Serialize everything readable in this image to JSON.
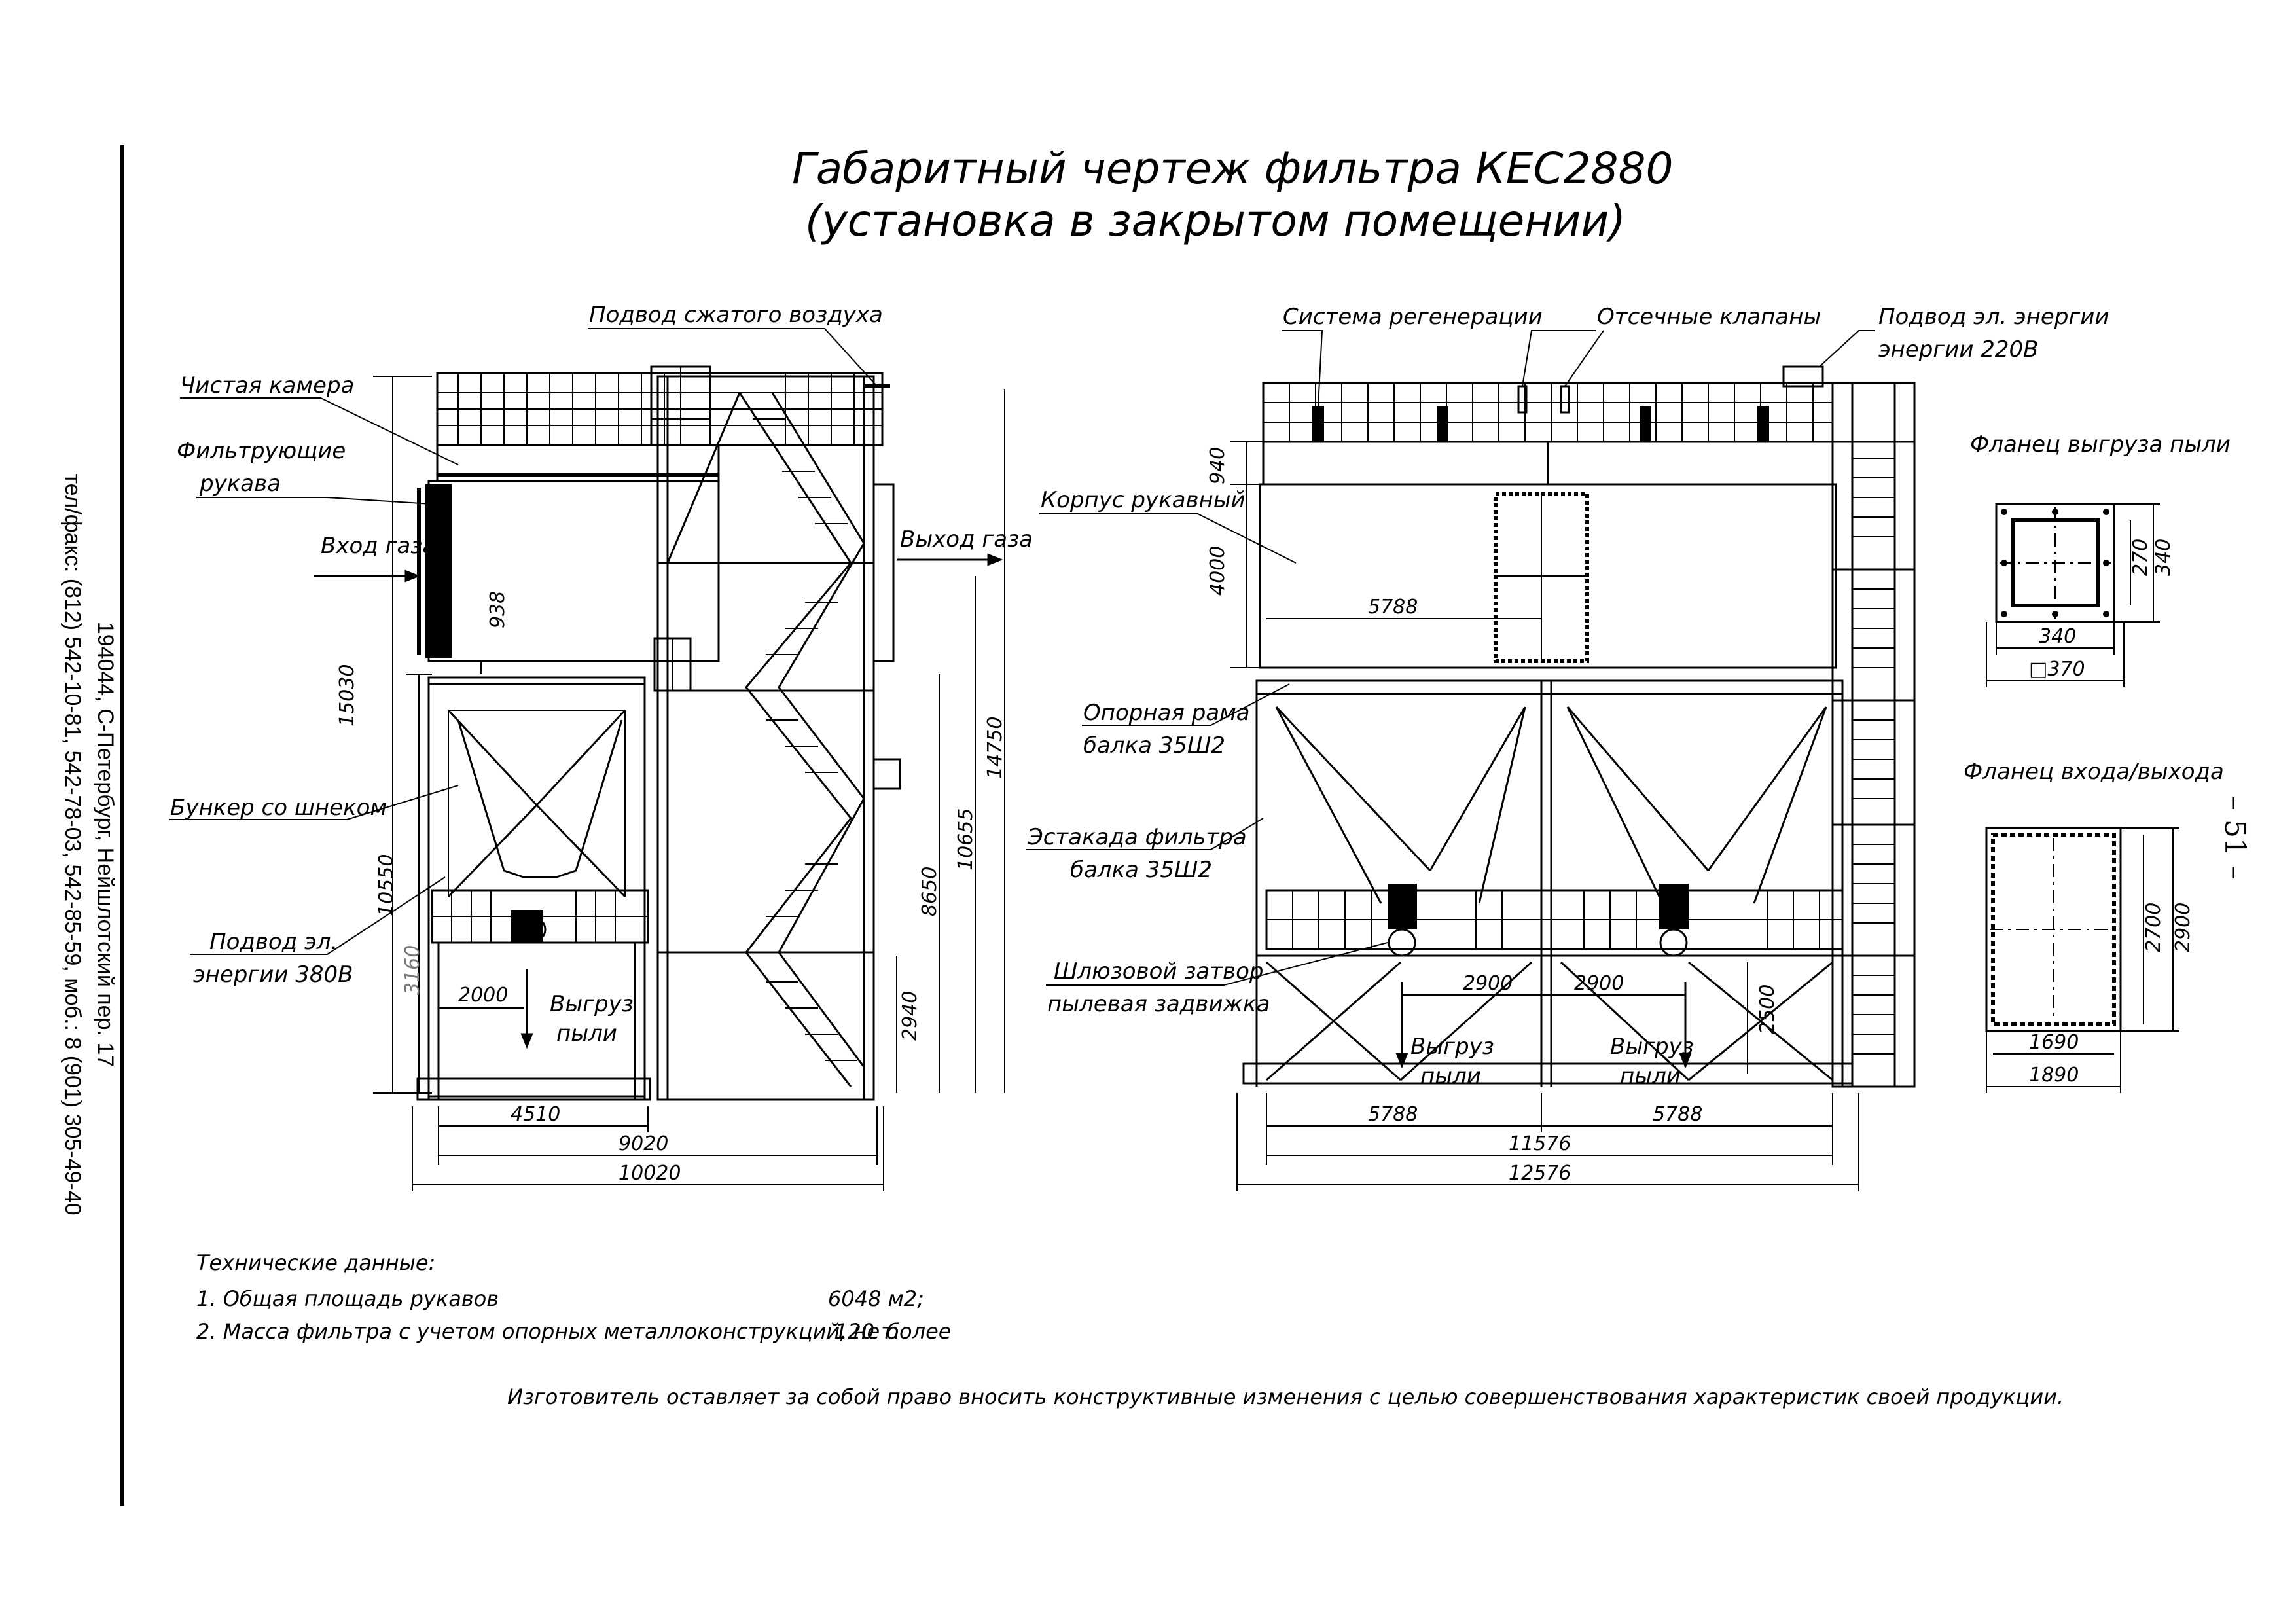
{
  "title": {
    "line1": "Габаритный чертеж фильтра  КЕС2880",
    "line2": "(установка в закрытом помещении)"
  },
  "side_address": {
    "line1": "194044, С-Петербург, Нейшлотский пер. 17",
    "line2": "тел/факс: (812) 542-10-81, 542-78-03, 542-85-59, моб.: 8 (901) 305-49-40"
  },
  "page_number": "– 51 –",
  "labels": {
    "compressed_air": "Подвод сжатого воздуха",
    "clean_chamber": "Чистая камера",
    "filter_sleeves_1": "Фильтрующие",
    "filter_sleeves_2": "рукава",
    "gas_in": "Вход газа",
    "gas_out": "Выход газа",
    "bunker": "Бункер со шнеком",
    "power380_1": "Подвод эл.",
    "power380_2": "энергии 380В",
    "dust_unload_1": "Выгруз",
    "dust_unload_2": "пыли",
    "regen_system": "Система регенерации",
    "shutoff_valves": "Отсечные клапаны",
    "power220_1": "Подвод эл. энергии",
    "power220_2": "энергии 220В",
    "housing": "Корпус рукавный",
    "support_frame_1": "Опорная рама",
    "support_frame_2": "балка 35Ш2",
    "trestle_1": "Эстакада фильтра",
    "trestle_2": "балка 35Ш2",
    "sluice_1": "Шлюзовой затвор",
    "sluice_2": "пылевая задвижка",
    "flange_dust": "Фланец выгруза пыли",
    "flange_io": "Фланец входа/выхода"
  },
  "dimensions": {
    "left": {
      "d15030": "15030",
      "d10550": "10550",
      "d3160": "3160",
      "d938": "938",
      "d2000": "2000",
      "d8650": "8650",
      "d10655": "10655",
      "d14750": "14750",
      "d2940": "2940",
      "d4510": "4510",
      "d9020": "9020",
      "d10020": "10020"
    },
    "right": {
      "d940": "940",
      "d4000": "4000",
      "d5788a": "5788",
      "d2900a": "2900",
      "d2900b": "2900",
      "d2500": "2500",
      "d5788b": "5788",
      "d5788c": "5788",
      "d11576": "11576",
      "d12576": "12576"
    },
    "flange_dust": {
      "d270": "270",
      "d340v": "340",
      "d340h": "340",
      "d370": "□370"
    },
    "flange_io": {
      "d2700": "2700",
      "d2900": "2900",
      "d1690": "1690",
      "d1890": "1890"
    }
  },
  "tech": {
    "heading": "Технические данные:",
    "row1_label": "1. Общая площадь рукавов",
    "row1_value": "6048 м2;",
    "row2_label": "2. Масса фильтра с учетом опорных металлоконструкций, не более",
    "row2_value": "120 т."
  },
  "disclaimer": "Изготовитель оставляет за собой право вносить конструктивные изменения с целью совершенствования характеристик своей продукции."
}
